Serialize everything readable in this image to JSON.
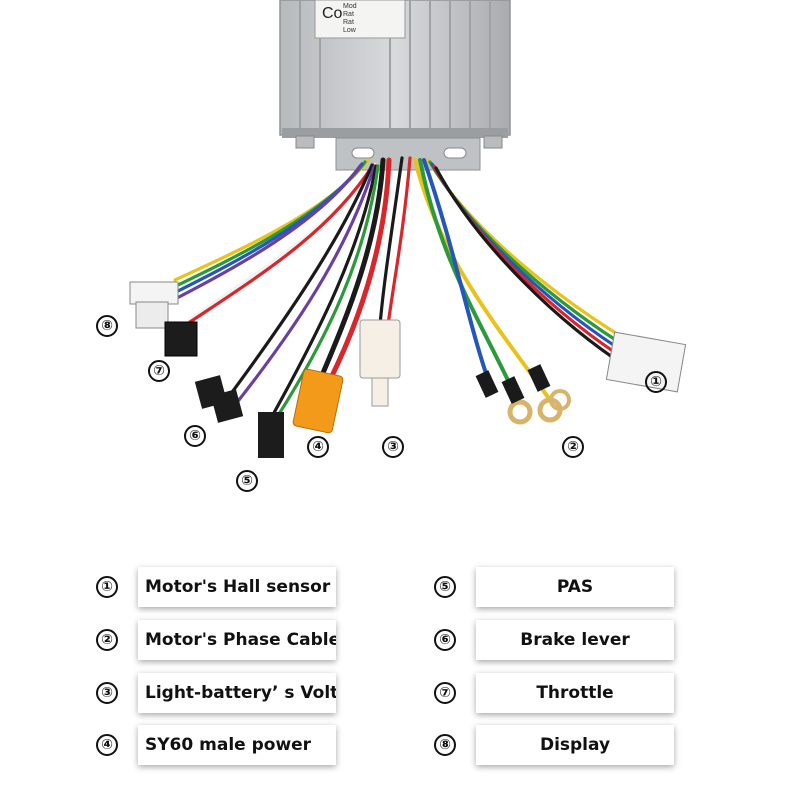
{
  "callouts": [
    {
      "num": "①",
      "label": "Motor's Hall sensor"
    },
    {
      "num": "②",
      "label": "Motor's Phase Cable"
    },
    {
      "num": "③",
      "label": "Light-battery’ s Voltage"
    },
    {
      "num": "④",
      "label": "SY60 male power"
    },
    {
      "num": "⑤",
      "label": "PAS"
    },
    {
      "num": "⑥",
      "label": "Brake lever"
    },
    {
      "num": "⑦",
      "label": "Throttle"
    },
    {
      "num": "⑧",
      "label": "Display"
    }
  ],
  "housing_label": {
    "title": "Co",
    "lines": [
      "Mod",
      "Rat",
      "Rat",
      "Low"
    ]
  },
  "colors": {
    "housing": "#c9ccce",
    "wire_red": "#d8262b",
    "wire_black": "#1a1a1a",
    "wire_yellow": "#e9c21a",
    "wire_green": "#2c9a3a",
    "wire_blue": "#2457b8",
    "wire_purple": "#6a3fa3",
    "wire_white": "#f2f2f2",
    "connector_orange": "#f39a1b",
    "terminal_brass": "#d8b36a"
  }
}
